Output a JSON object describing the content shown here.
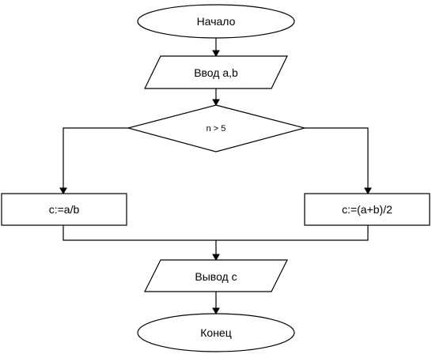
{
  "flowchart": {
    "start": "Начало",
    "input": "Ввод a,b",
    "condition": "n > 5",
    "branch_left": "c:=a/b",
    "branch_right": "c:=(a+b)/2",
    "output": "Вывод c",
    "end": "Конец"
  },
  "colors": {
    "stroke": "#000000",
    "fill": "#ffffff"
  }
}
